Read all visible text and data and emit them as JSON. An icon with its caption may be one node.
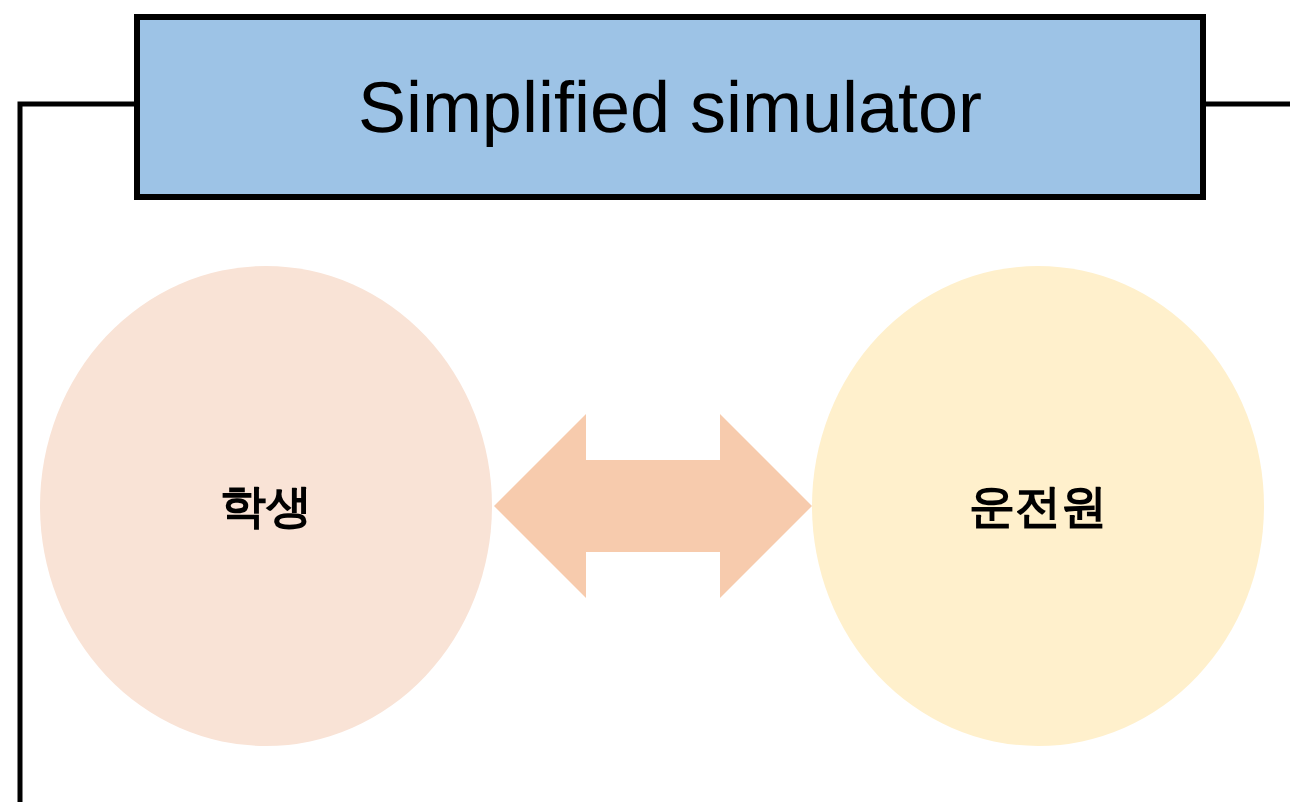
{
  "diagram": {
    "nodes": [
      {
        "text": [
          "Simplified simulator"
        ]
      },
      {
        "text": [
          "학생"
        ]
      },
      {
        "text": [
          "운전원"
        ]
      }
    ],
    "edges": [
      {
        "from": 1,
        "to": 2,
        "arrow": "both",
        "color": "#f7cbad"
      }
    ]
  }
}
